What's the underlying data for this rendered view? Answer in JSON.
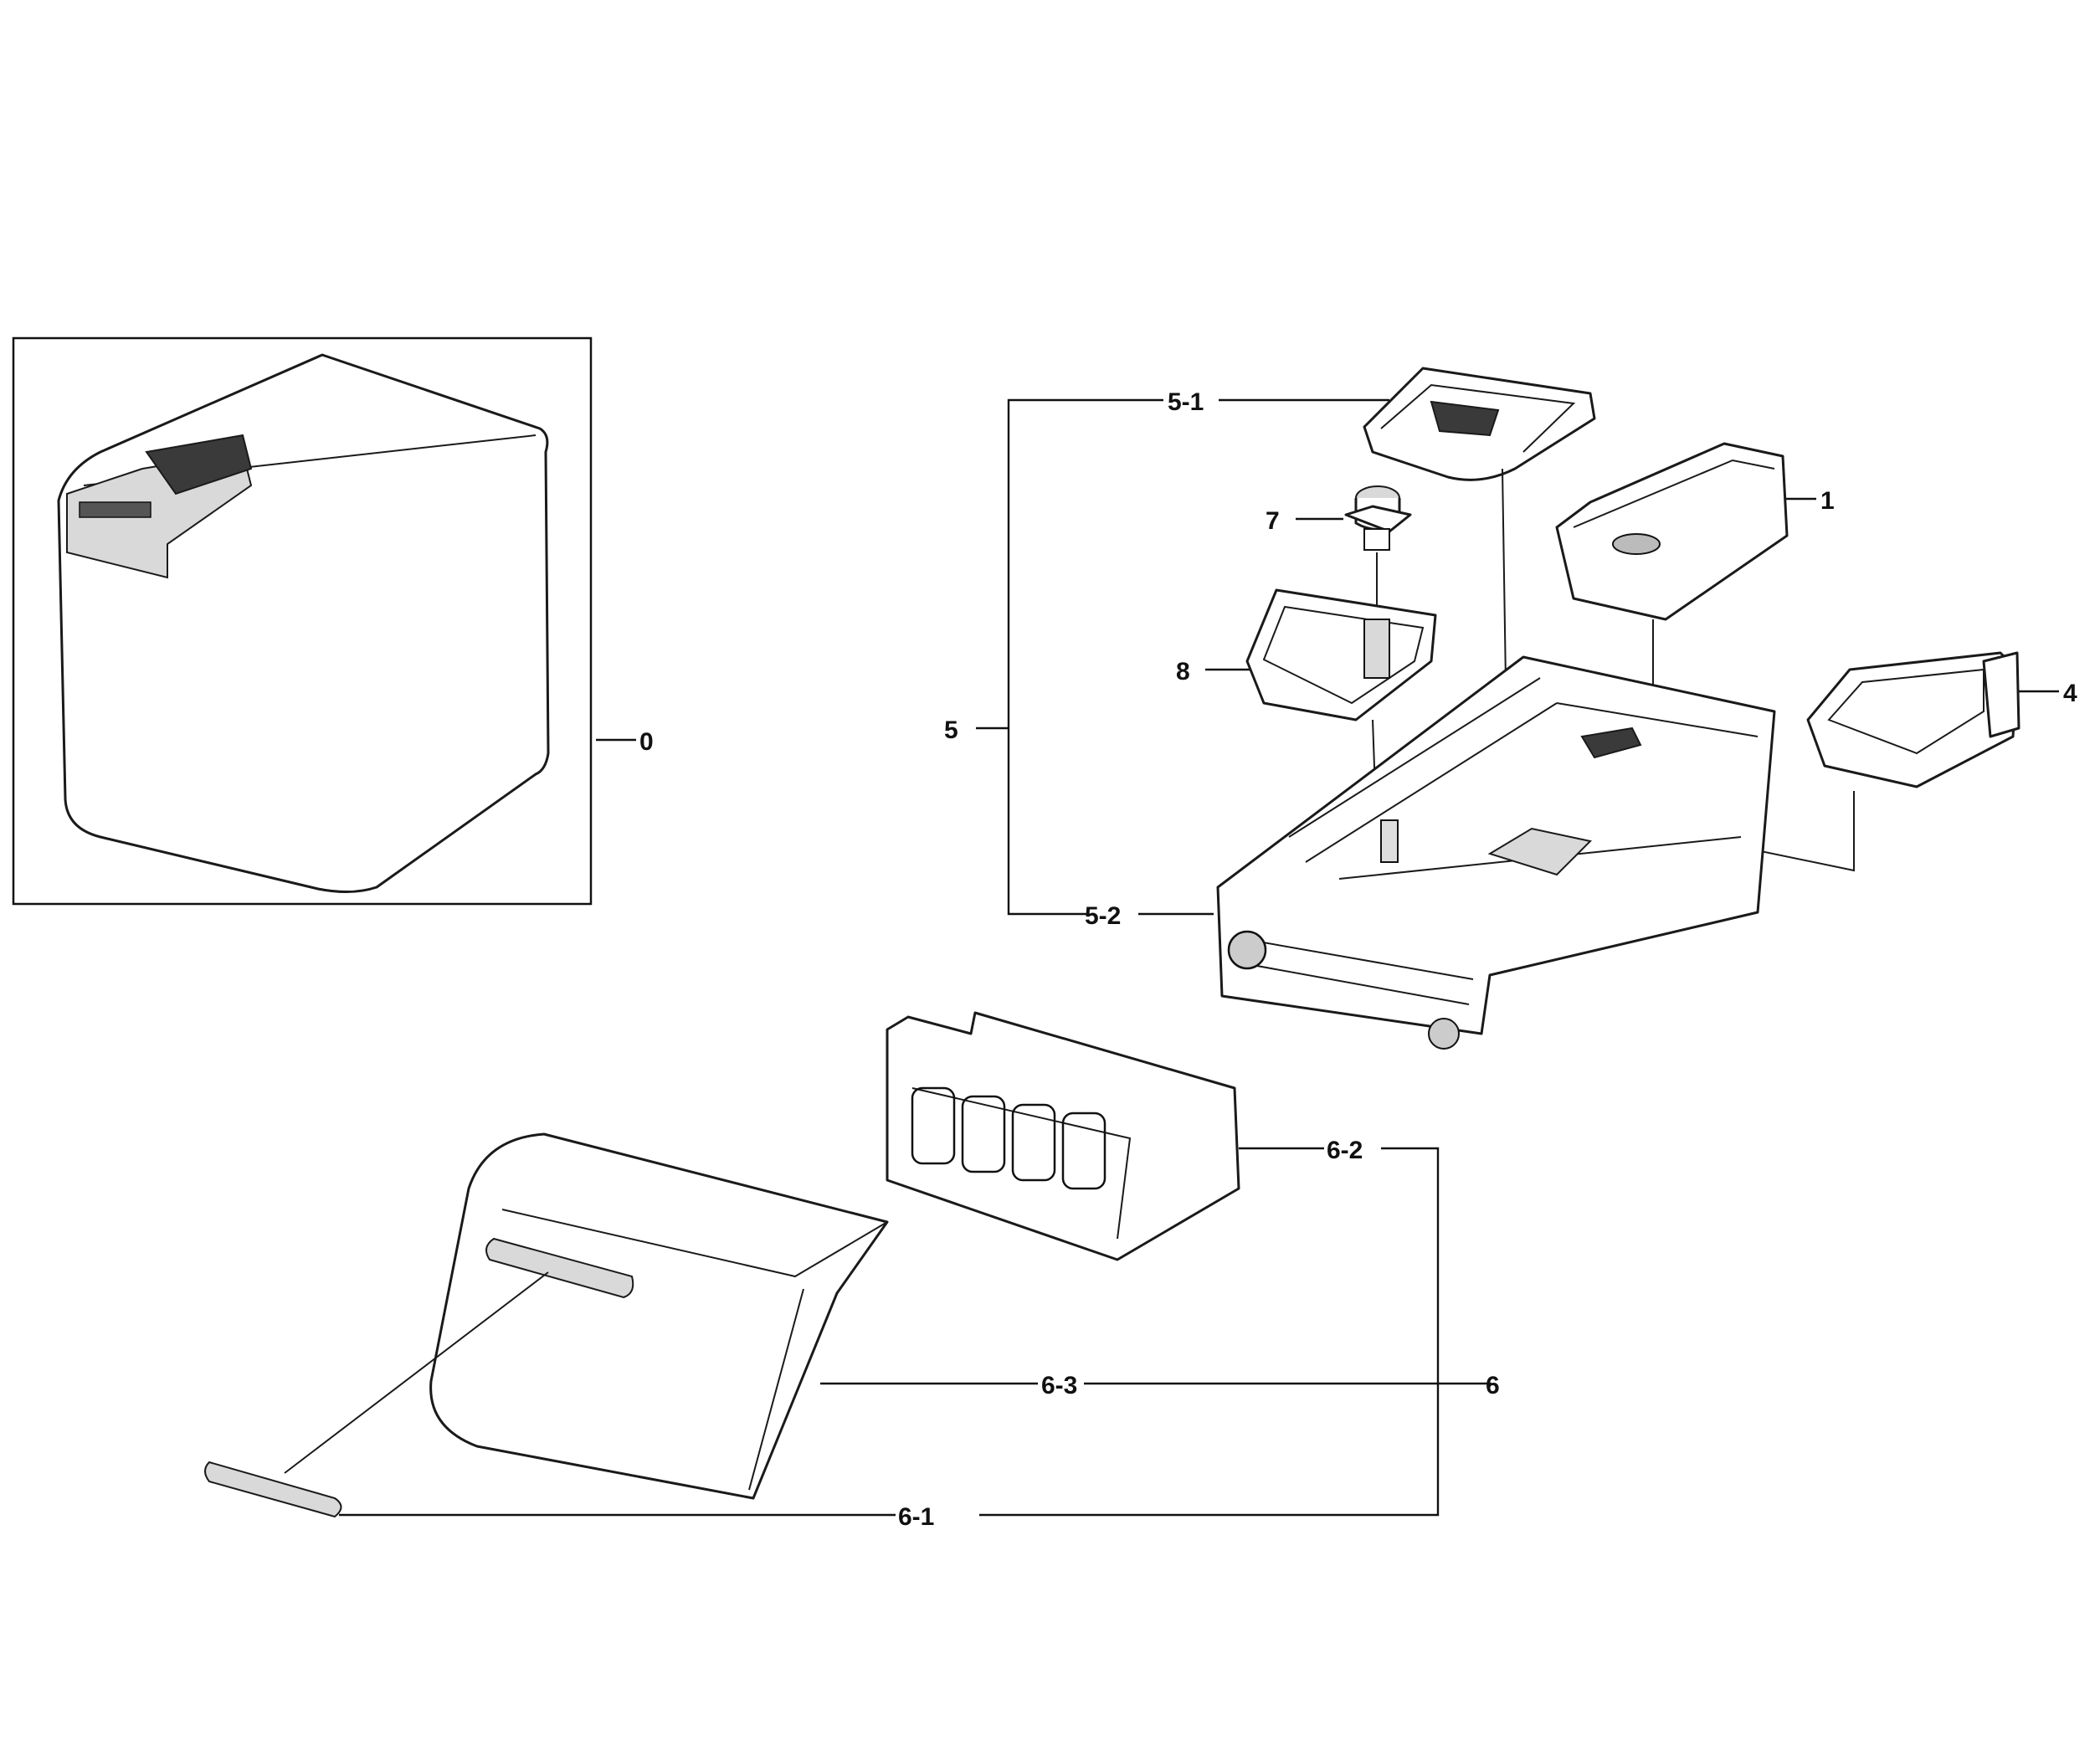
{
  "callouts": {
    "c0": "0",
    "c1": "1",
    "c4": "4",
    "c5": "5",
    "c5_1": "5-1",
    "c5_2": "5-2",
    "c6": "6",
    "c6_1": "6-1",
    "c6_2": "6-2",
    "c6_3": "6-3",
    "c7": "7",
    "c8": "8"
  }
}
